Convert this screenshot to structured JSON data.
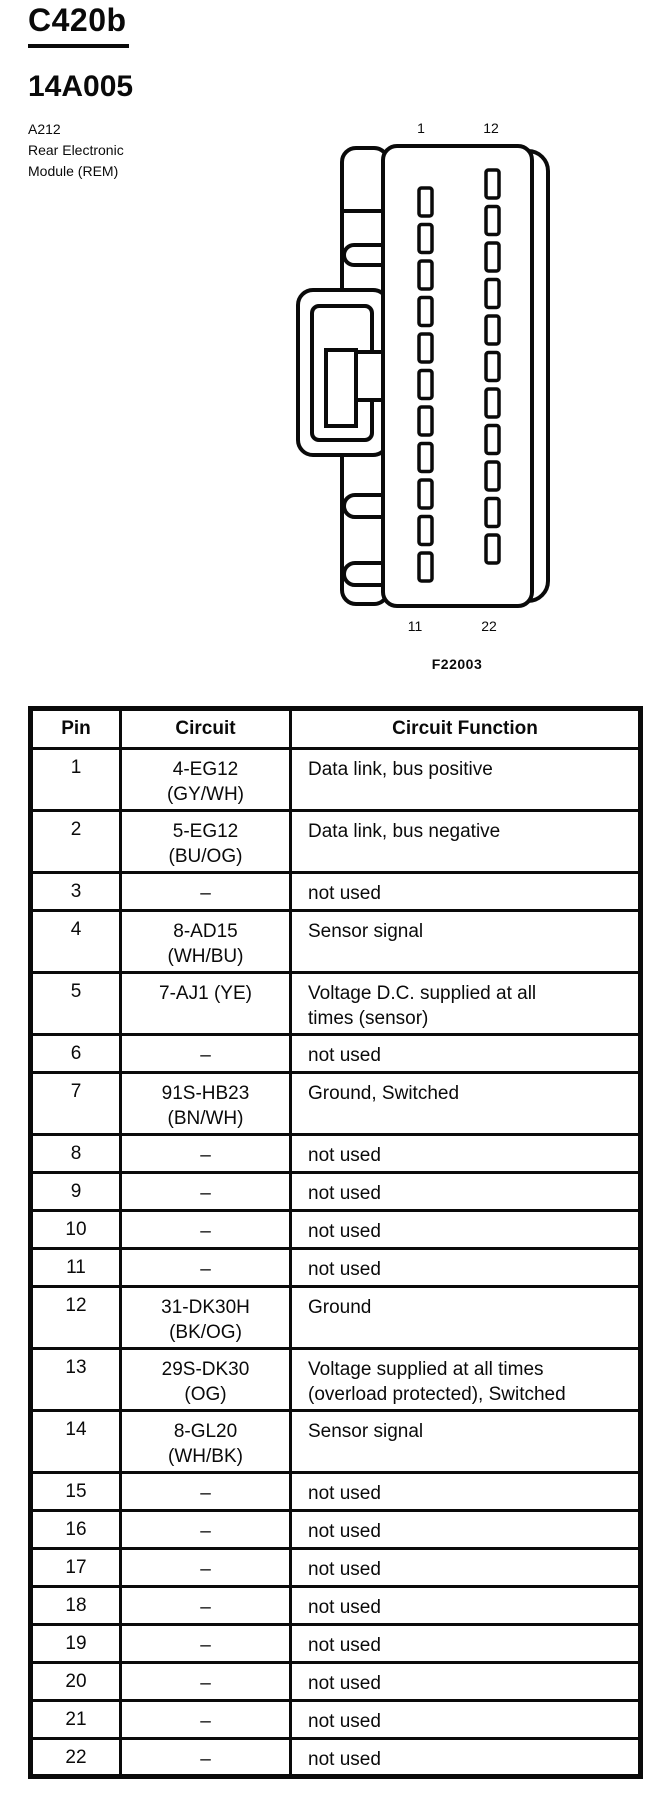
{
  "header": {
    "connector_id": "C420b",
    "part_number": "14A005",
    "component_ref": "A212",
    "component_name_line1": "Rear Electronic",
    "component_name_line2": "Module (REM)"
  },
  "diagram": {
    "top_left_pin": "1",
    "top_right_pin": "12",
    "bottom_left_pin": "11",
    "bottom_right_pin": "22",
    "figure_number": "F22003"
  },
  "table": {
    "headers": {
      "pin": "Pin",
      "circuit": "Circuit",
      "function": "Circuit Function"
    },
    "rows": [
      {
        "pin": "1",
        "circuit": "4-EG12\n(GY/WH)",
        "function": "Data link, bus positive"
      },
      {
        "pin": "2",
        "circuit": "5-EG12\n(BU/OG)",
        "function": "Data link, bus negative"
      },
      {
        "pin": "3",
        "circuit": "–",
        "function": "not used"
      },
      {
        "pin": "4",
        "circuit": "8-AD15\n(WH/BU)",
        "function": "Sensor signal"
      },
      {
        "pin": "5",
        "circuit": "7-AJ1 (YE)",
        "function": "Voltage D.C. supplied at all\ntimes (sensor)"
      },
      {
        "pin": "6",
        "circuit": "–",
        "function": "not used"
      },
      {
        "pin": "7",
        "circuit": "91S-HB23\n(BN/WH)",
        "function": "Ground, Switched"
      },
      {
        "pin": "8",
        "circuit": "–",
        "function": "not used"
      },
      {
        "pin": "9",
        "circuit": "–",
        "function": "not used"
      },
      {
        "pin": "10",
        "circuit": "–",
        "function": "not used"
      },
      {
        "pin": "11",
        "circuit": "–",
        "function": "not used"
      },
      {
        "pin": "12",
        "circuit": "31-DK30H\n(BK/OG)",
        "function": "Ground"
      },
      {
        "pin": "13",
        "circuit": "29S-DK30\n(OG)",
        "function": "Voltage supplied at all times\n(overload protected), Switched"
      },
      {
        "pin": "14",
        "circuit": "8-GL20\n(WH/BK)",
        "function": "Sensor signal"
      },
      {
        "pin": "15",
        "circuit": "–",
        "function": "not used"
      },
      {
        "pin": "16",
        "circuit": "–",
        "function": "not used"
      },
      {
        "pin": "17",
        "circuit": "–",
        "function": "not used"
      },
      {
        "pin": "18",
        "circuit": "–",
        "function": "not used"
      },
      {
        "pin": "19",
        "circuit": "–",
        "function": "not used"
      },
      {
        "pin": "20",
        "circuit": "–",
        "function": "not used"
      },
      {
        "pin": "21",
        "circuit": "–",
        "function": "not used"
      },
      {
        "pin": "22",
        "circuit": "–",
        "function": "not used"
      }
    ]
  }
}
